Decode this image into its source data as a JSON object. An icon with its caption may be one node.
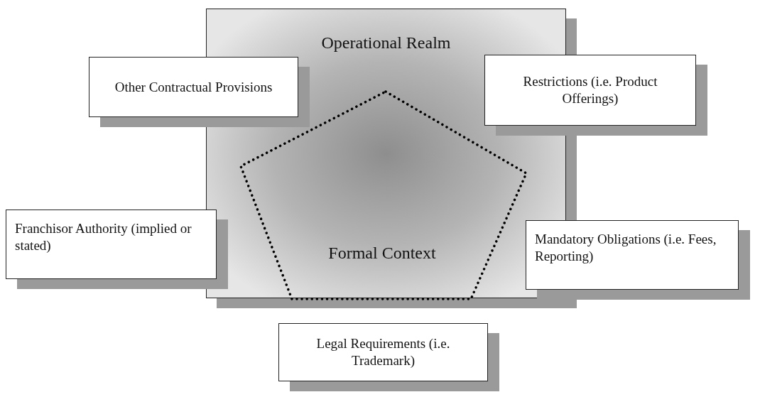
{
  "diagram": {
    "nodes": [
      {
        "text": [
          "Operational Realm"
        ]
      },
      {
        "text": [
          "Formal Context"
        ],
        "in": 0
      },
      {
        "text": [
          "Other Contractual Provisions"
        ]
      },
      {
        "text": [
          "Restrictions (i.e. Product Offerings)"
        ]
      },
      {
        "text": [
          "Franchisor Authority (implied or stated)"
        ]
      },
      {
        "text": [
          "Mandatory Obligations (i.e. Fees, Reporting)"
        ]
      },
      {
        "text": [
          "Legal Requirements (i.e. Trademark)"
        ]
      }
    ],
    "edges": []
  }
}
